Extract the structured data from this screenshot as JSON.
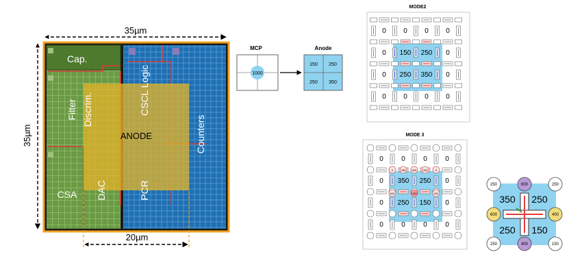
{
  "layout_panel": {
    "width_label": "35µm",
    "height_label": "35µm",
    "anode_width_label": "20µm",
    "blocks": {
      "cap": "Cap.",
      "filter": "Filter",
      "discrim": "Discrim.",
      "cscl_logic": "CSCL Logic",
      "anode": "ANODE",
      "counters": "Counters",
      "csa": "CSA",
      "dac": "DAC",
      "pcr": "PCR"
    }
  },
  "mcp_panel": {
    "title": "MCP",
    "value": "1000"
  },
  "anode_panel": {
    "title": "Anode",
    "cells": [
      "150",
      "250",
      "250",
      "350"
    ]
  },
  "mode2": {
    "title": "MODE2",
    "rows": [
      [
        "0",
        "0",
        "0",
        "0"
      ],
      [
        "0",
        "150",
        "250",
        "0"
      ],
      [
        "0",
        "250",
        "350",
        "0"
      ],
      [
        "0",
        "0",
        "0",
        "0"
      ]
    ]
  },
  "mode3": {
    "title": "MODE 3",
    "rows": [
      [
        "0",
        "0",
        "0",
        "0"
      ],
      [
        "0",
        "350",
        "250",
        "0"
      ],
      [
        "0",
        "250",
        "150",
        "0"
      ],
      [
        "0",
        "0",
        "0",
        "0"
      ]
    ],
    "circle_values": [
      "0",
      "250",
      "400",
      "250",
      "0",
      "600",
      "1000",
      "400"
    ]
  },
  "mode3_zoom": {
    "quadrants": [
      "350",
      "250",
      "250",
      "150"
    ],
    "corners": [
      "250",
      "600",
      "250",
      "600",
      "400",
      "250",
      "400",
      "150"
    ]
  },
  "colors": {
    "highlight": "#8fd3f0",
    "chip_blue": "#1f6fb2",
    "chip_green": "#5e8a3a",
    "anode_gold": "#e0b22a",
    "frame_orange": "#f0a020",
    "arrow_red": "#e23b3b",
    "arrow_blue": "#3a5fc8",
    "arrow_green": "#2f9b3a",
    "purple_circle": "#b89ad6",
    "yellow_circle": "#f2dc7a"
  }
}
